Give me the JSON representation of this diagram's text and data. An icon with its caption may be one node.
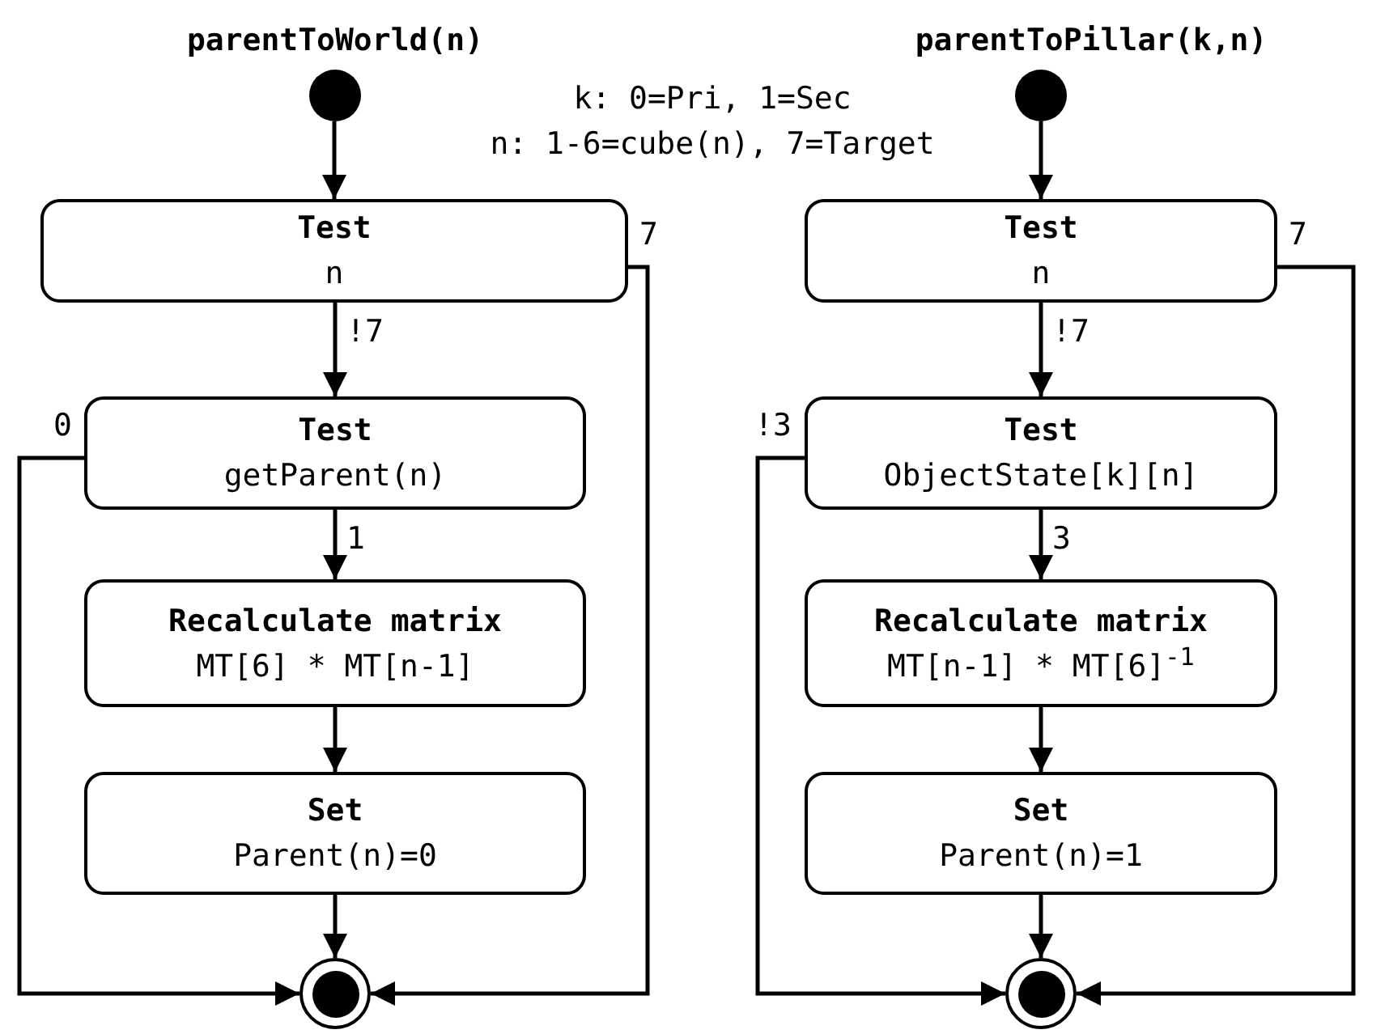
{
  "diagram": {
    "nodes": [
      {
        "text": [],
        "shape": "circle"
      },
      {
        "text": [
          "Test",
          "n"
        ]
      },
      {
        "text": [
          "Test",
          "getParent(n)"
        ]
      },
      {
        "text": [
          "Recalculate matrix",
          "MT[6] * MT[n-1]"
        ]
      },
      {
        "text": [
          "Set",
          "Parent(n)=0"
        ]
      },
      {
        "text": [],
        "shape": "circle"
      },
      {
        "text": [],
        "shape": "circle"
      },
      {
        "text": [
          "Test",
          "n"
        ]
      },
      {
        "text": [
          "Test",
          "ObjectState[k][n]"
        ]
      },
      {
        "text": [
          "Recalculate matrix",
          "MT[n-1] * MT[6]$^{-1}$"
        ]
      },
      {
        "text": [
          "Set",
          "Parent(n)=1"
        ]
      },
      {
        "text": [],
        "shape": "circle"
      }
    ],
    "edges": [
      {
        "from": 0,
        "to": 1,
        "arrow": "to"
      },
      {
        "from": 1,
        "to": 2,
        "arrow": "to",
        "label": "!7"
      },
      {
        "from": 2,
        "to": 3,
        "arrow": "to",
        "label": "1"
      },
      {
        "from": 3,
        "to": 4,
        "arrow": "to"
      },
      {
        "from": 4,
        "to": 5,
        "arrow": "to"
      },
      {
        "from": 2,
        "to": 5,
        "arrow": "to",
        "label": "0"
      },
      {
        "from": 1,
        "to": 5,
        "arrow": "to",
        "label": "7"
      },
      {
        "from": 6,
        "to": 7,
        "arrow": "to"
      },
      {
        "from": 7,
        "to": 8,
        "arrow": "to",
        "label": "!7"
      },
      {
        "from": 8,
        "to": 9,
        "arrow": "to",
        "label": "3"
      },
      {
        "from": 9,
        "to": 10,
        "arrow": "to"
      },
      {
        "from": 10,
        "to": 11,
        "arrow": "to"
      },
      {
        "from": 8,
        "to": 11,
        "arrow": "to",
        "label": "!3"
      },
      {
        "from": 7,
        "to": 11,
        "arrow": "to",
        "label": "7"
      }
    ],
    "labels": [
      "parentToWorld(n)",
      "parentToPillar(k,n)",
      "k: 0=Pri, 1=Sec",
      "n: 1-6=cube(n), 7=Target"
    ]
  }
}
